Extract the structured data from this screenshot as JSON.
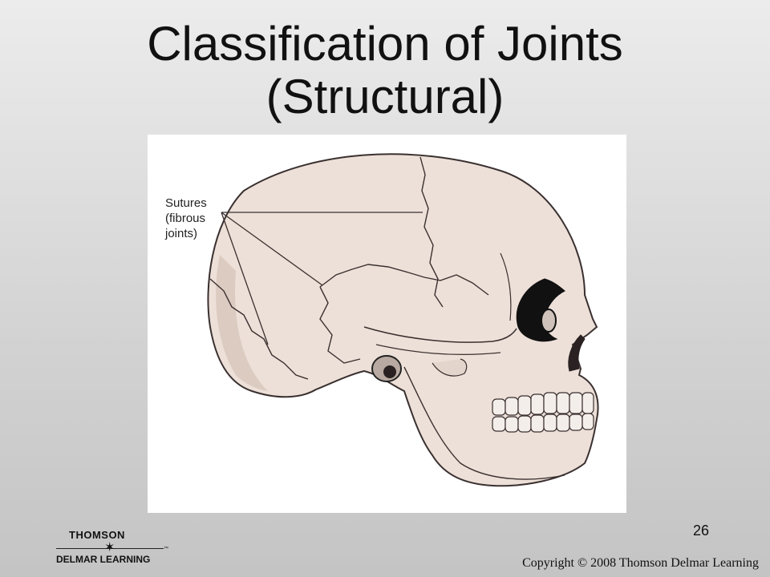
{
  "slide": {
    "title_line1": "Classification of Joints",
    "title_line2": "(Structural)",
    "slide_number": "26",
    "copyright": "Copyright © 2008 Thomson Delmar Learning"
  },
  "figure": {
    "label_line1": "Sutures",
    "label_line2": "(fibrous",
    "label_line3": "joints)"
  },
  "logo": {
    "line1": "THOMSON",
    "line2": "DELMAR LEARNING",
    "tm": "™"
  }
}
